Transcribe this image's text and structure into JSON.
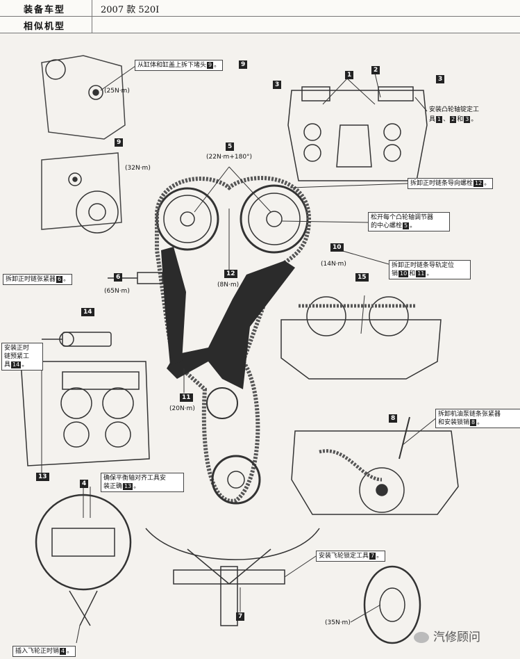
{
  "header": {
    "model_label": "装备车型",
    "model_value": "2007 款 520I",
    "similar_label": "相似机型",
    "similar_value": ""
  },
  "callouts": {
    "c9_text": "从缸体和缸盖上拆下堵头",
    "c9_num": "9",
    "cam_tool_text1": "安装凸轮轴锭定工",
    "cam_tool_text2": "具",
    "cam_tool_n1": "1",
    "cam_tool_sep": "、",
    "cam_tool_n2": "2",
    "cam_tool_and": "和",
    "cam_tool_n3": "3",
    "cam_tool_end": "。",
    "guide_bolt_text": "拆卸正时链条导向螺栓",
    "guide_bolt_num": "12",
    "adjuster_text1": "松开每个凸轮轴调节器",
    "adjuster_text2": "的中心螺栓",
    "adjuster_num": "5",
    "pin_text1": "拆卸正时链条导轨定位",
    "pin_text2": "销",
    "pin_n1": "10",
    "pin_and": "和",
    "pin_n2": "11",
    "tensioner_text": "拆卸正时链张紧器",
    "tensioner_num": "6",
    "pretension_text1": "安装正时",
    "pretension_text2": "链预紧工",
    "pretension_text3": "具",
    "pretension_num": "14",
    "oilpump_text1": "拆卸机油泵链条张紧器",
    "oilpump_text2": "和安装锁销",
    "oilpump_num": "8",
    "balance_text1": "确保平衡轴对齐工具安",
    "balance_text2": "装正确",
    "balance_num": "13",
    "flywheel_lock_text": "安装飞轮锁定工具",
    "flywheel_lock_num": "7",
    "flywheel_pin_text": "插入飞轮正时销",
    "flywheel_pin_num": "4",
    "period": "。"
  },
  "torques": {
    "t25": "(25N·m)",
    "t32": "(32N·m)",
    "t22": "(22N·m+180°)",
    "t14": "(14N·m)",
    "t8": "(8N·m)",
    "t65": "(65N·m)",
    "t20": "(20N·m)",
    "t35": "(35N·m)"
  },
  "tags": {
    "n1": "1",
    "n2": "2",
    "n3": "3",
    "n4": "4",
    "n5": "5",
    "n6": "6",
    "n7": "7",
    "n8": "8",
    "n9": "9",
    "n10": "10",
    "n11": "11",
    "n12": "12",
    "n13": "13",
    "n14": "14",
    "n15": "15"
  },
  "watermark": "汽修顾问",
  "colors": {
    "ink": "#222222",
    "paper": "#f4f2ee",
    "chain": "#555555"
  }
}
